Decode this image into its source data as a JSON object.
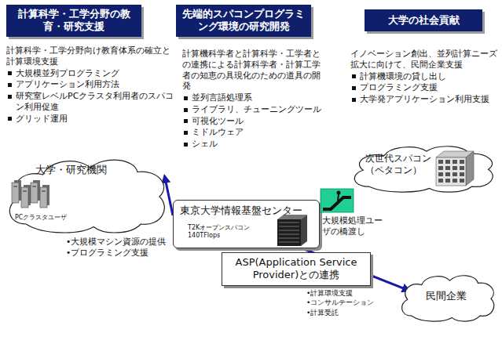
{
  "diagram": {
    "nodes": [
      {
        "text": [
          "計算科学・工学分野の教育・研究支援"
        ]
      },
      {
        "text": [
          "先端的スパコンプログラミング環境の研究開発"
        ]
      },
      {
        "text": [
          "大学の社会貢献"
        ]
      },
      {
        "text": [
          "次世代スパコン （ペタコン）"
        ]
      },
      {
        "text": [
          "大学・研究機関",
          "PCクラスタユーザ"
        ]
      },
      {
        "text": [
          "東京大学情報基盤センター",
          "T2Kオープンスパコン 140TFlops"
        ]
      },
      {
        "text": [
          "大規模処理ユーザの橋渡し"
        ]
      },
      {
        "text": [
          "ASP(Application Service Provider)との連携"
        ]
      },
      {
        "text": [
          "民間企業"
        ]
      }
    ],
    "edges": [
      {
        "from": 5,
        "to": 4,
        "arrow": "to"
      },
      {
        "from": 5,
        "to": 8,
        "arrow": "to"
      }
    ],
    "labels": [
      "計算科学・工学分野向け教育体系の確立と計算環境支援",
      "大規模並列プログラミング",
      "アプリケーション利用方法",
      "研究室レベルPCクラスタ利用者のスパコン利用促進",
      "グリッド運用",
      "計算機科学者と計算科学・工学者との連携による計算科学者・計算工学者の知恵の具現化のための道具の開発",
      "並列言語処理系",
      "ライブラリ、チューニングツール",
      "可視化ツール",
      "ミドルウェア",
      "シェル",
      "イノベーション創出、並列計算ニーズ拡大に向けて、民間企業支援",
      "計算機環境の貸し出し",
      "プログラミング支援",
      "大学発アプリケーション利用支援",
      "•大規模マシン資源の提供",
      "•プログラミング支援",
      "•計算環境支援",
      "•コンサルテーション",
      "•計算受託"
    ]
  }
}
